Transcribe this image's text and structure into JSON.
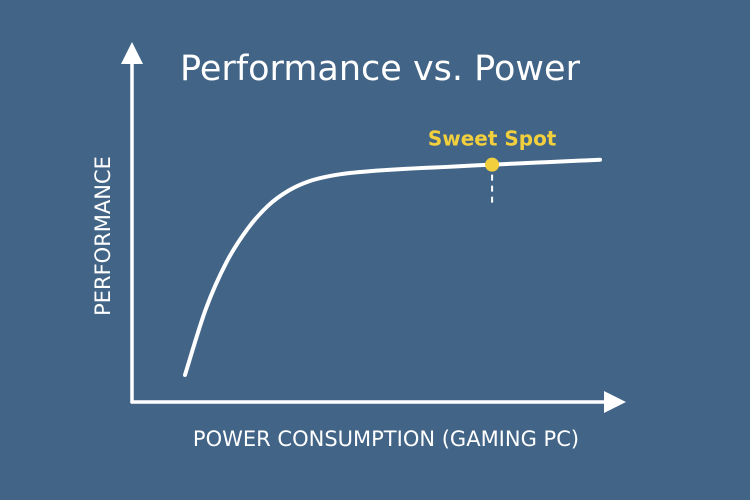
{
  "chart_data": {
    "type": "line",
    "title": "Performance vs. Power",
    "xlabel": "POWER CONSUMPTION (GAMING PC)",
    "ylabel": "PERFORMANCE",
    "xlim": [
      0,
      100
    ],
    "ylim": [
      0,
      100
    ],
    "grid": false,
    "legend": "none",
    "x_ticks": [],
    "y_ticks": [],
    "series": [
      {
        "x": [
          0,
          5,
          10,
          15,
          20,
          25,
          30,
          35,
          40,
          45,
          50,
          55,
          60,
          65,
          70,
          75,
          80,
          85,
          90,
          95,
          100
        ],
        "values": [
          0,
          28,
          48,
          62,
          72,
          78.5,
          82.5,
          84.7,
          86,
          86.8,
          87.4,
          87.9,
          88.3,
          88.7,
          89.2,
          89.6,
          90,
          90.4,
          90.8,
          91.2,
          91.6
        ]
      }
    ],
    "annotations": [
      {
        "label": "Sweet Spot",
        "x": 74,
        "y": 89.5
      }
    ],
    "colors": {
      "background": "#416487",
      "axis": "#ffffff",
      "line": "#ffffff",
      "highlight": "#f2cf3d"
    }
  }
}
